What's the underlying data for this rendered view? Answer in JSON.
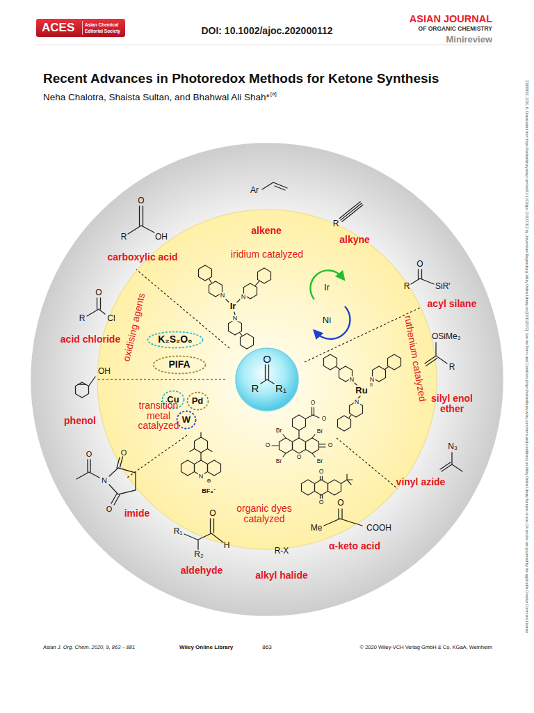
{
  "diagram": {
    "title": "Recent Advances in Photoredox Methods for Ketone Synthesis",
    "nodes": [
      {
        "text": [
          "carboxylic acid",
          "alkene",
          "alkyne",
          "acyl silane",
          "silyl enol ether",
          "vinyl azide",
          "α-keto acid",
          "alkyl halide",
          "aldehyde",
          "imide",
          "phenol",
          "acid chloride"
        ]
      },
      {
        "text": [
          "iridium catalyzed",
          "ruthenium catalyzed",
          "organic dyes catalyzed",
          "transition metal catalyzed",
          "oxidising agents"
        ],
        "in": 0
      },
      {
        "text": [
          "O",
          "R",
          "R₁"
        ],
        "in": 1
      },
      {
        "text": [
          "K₂S₂O₈"
        ],
        "in": 1
      },
      {
        "text": [
          "PIFA"
        ],
        "in": 1
      },
      {
        "text": [
          "Cu"
        ],
        "in": 1
      },
      {
        "text": [
          "Pd"
        ],
        "in": 1
      },
      {
        "text": [
          "W"
        ],
        "in": 1
      }
    ],
    "labels": [
      "ACES",
      "Asian Chemical",
      "Editorial Society",
      "DOI: 10.1002/ajoc.202000112",
      "ASIAN JOURNAL",
      "OF ORGANIC CHEMISTRY",
      "Minireview",
      "Neha Chalotra, Shaista Sultan, and Bhahwal Ali Shah*",
      "[a]",
      "Asian J. Org. Chem. 2020, 9, 863 – 881",
      "Wiley Online Library",
      "863",
      "© 2020 Wiley-VCH Verlag GmbH & Co. KGaA, Weinheim",
      "21935815, 2020, 6, Downloaded from https://onlinelibrary.wiley.com/doi/10.1002/ajoc.202000112 by Universitaet Regensburg, Wiley Online Library on [15/11/2022]. See the Terms and Conditions (https://onlinelibrary.wiley.com/terms-and-conditions) on Wiley Online Library for rules of use; OA articles are governed by the applicable Creative Commons License",
      "O",
      "R",
      "OH",
      "Ar",
      "R",
      "O",
      "R",
      "SiR'",
      "OSiMe₃",
      "R",
      "N₃",
      "O",
      "Me",
      "COOH",
      "R-X",
      "R₁",
      "R₂",
      "H",
      "O",
      "O",
      "O",
      "O",
      "N",
      "OH",
      "O",
      "R",
      "Cl",
      "Ir",
      "N",
      "N",
      "N",
      "Ir",
      "Ni",
      "Ru",
      "II",
      "N",
      "N",
      "N",
      "N",
      "⊕",
      "BF₄⁻",
      "O",
      "O",
      "Br",
      "Br",
      "Br",
      "Br",
      "O",
      "O",
      "O",
      "O",
      "O"
    ]
  }
}
